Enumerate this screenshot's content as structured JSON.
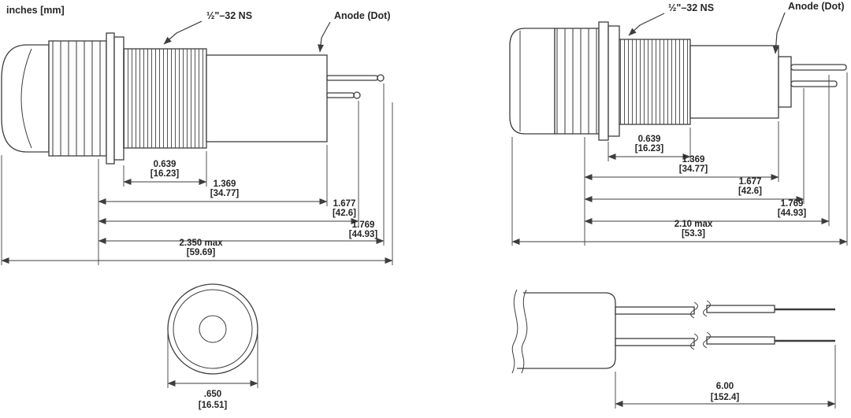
{
  "units_label": "inches [mm]",
  "left_view": {
    "thread_label": "½\"–32 NS",
    "anode_label": "Anode (Dot)",
    "dim_thread": {
      "in": "0.639",
      "mm": "[16.23]"
    },
    "dim_body": {
      "in": "1.369",
      "mm": "[34.77]"
    },
    "dim_pin_short": {
      "in": "1.677",
      "mm": "[42.6]"
    },
    "dim_pin_long": {
      "in": "1.769",
      "mm": "[44.93]"
    },
    "dim_overall": {
      "in": "2.350 max",
      "mm": "[59.69]"
    }
  },
  "right_view": {
    "thread_label": "½\"–32 NS",
    "anode_label": "Anode (Dot)",
    "dim_thread": {
      "in": "0.639",
      "mm": "[16.23]"
    },
    "dim_body": {
      "in": "1.369",
      "mm": "[34.77]"
    },
    "dim_3": {
      "in": "1.677",
      "mm": "[42.6]"
    },
    "dim_4": {
      "in": "1.769",
      "mm": "[44.93]"
    },
    "dim_overall": {
      "in": "2.10 max",
      "mm": "[53.3]"
    }
  },
  "front_view": {
    "diameter": {
      "in": ".650",
      "mm": "[16.51]"
    }
  },
  "lead_view": {
    "length": {
      "in": "6.00",
      "mm": "[152.4]"
    }
  }
}
